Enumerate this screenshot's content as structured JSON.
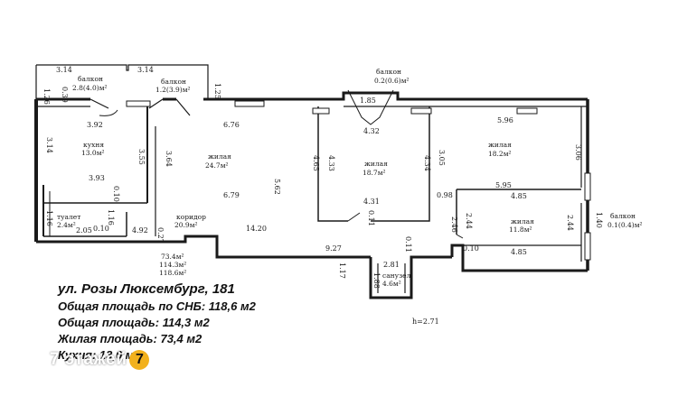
{
  "rooms": {
    "balcony_left": {
      "name": "балкон",
      "area": "2.8(4.0)м²"
    },
    "balcony_mid": {
      "name": "балкон",
      "area": "1.2(3.9)м²"
    },
    "balcony_top": {
      "name": "балкон",
      "area": "0.2(0.6)м²"
    },
    "balcony_right": {
      "name": "балкон",
      "area": "0.1(0.4)м²"
    },
    "kitchen": {
      "name": "кухня",
      "area": "13.0м²"
    },
    "living1": {
      "name": "жилая",
      "area": "24.7м²"
    },
    "living2": {
      "name": "жилая",
      "area": "18.7м²"
    },
    "living3": {
      "name": "жилая",
      "area": "18.2м²"
    },
    "living4": {
      "name": "жилая",
      "area": "11.8м²"
    },
    "corridor": {
      "name": "коридор",
      "area": "20.9м²"
    },
    "toilet": {
      "name": "туалет",
      "area": "2.4м²"
    },
    "bathroom": {
      "name": "санузел",
      "area": "4.6м²"
    }
  },
  "totals": {
    "line1": "73.4м²",
    "line2": "114.3м²",
    "line3": "118.6м²"
  },
  "dims": {
    "d1": "3.14",
    "d2": "3.14",
    "d3": "1.26",
    "d4": "0.39",
    "d5": "1.25",
    "d6": "1.85",
    "d7": "3.92",
    "d8": "6.76",
    "d9": "4.32",
    "d10": "5.96",
    "d11": "3.14",
    "d12": "3.55",
    "d13": "3.64",
    "d14": "4.65",
    "d15": "4.33",
    "d16": "4.34",
    "d17": "3.05",
    "d18": "3.06",
    "d19": "5.62",
    "d20": "6.79",
    "d21": "3.93",
    "d22": "0.10",
    "d23": "4.31",
    "d24": "0.98",
    "d25": "5.95",
    "d26": "4.85",
    "d27": "0.11",
    "d28": "1.16",
    "d29": "1.16",
    "d30": "2.46",
    "d31": "2.44",
    "d32": "2.44",
    "d33": "1.40",
    "d34": "2.05",
    "d35": "0.10",
    "d36": "4.92",
    "d37": "0.27",
    "d38": "14.20",
    "d39": "9.27",
    "d40": "0.11",
    "d41": "0.10",
    "d42": "4.85",
    "d43": "2.81",
    "d44": "1.17",
    "d45": "1.88",
    "d46": "h=2.71"
  },
  "info": {
    "address": "ул. Розы Люксембург, 181",
    "line1": "Общая площадь по СНБ: 118,6 м2",
    "line2": "Общая площадь: 114,3 м2",
    "line3": "Жилая площадь: 73,4 м2",
    "line4": "Кухня: 13,0 м2"
  },
  "logo": {
    "text": "7 этажей",
    "badge": "7"
  }
}
